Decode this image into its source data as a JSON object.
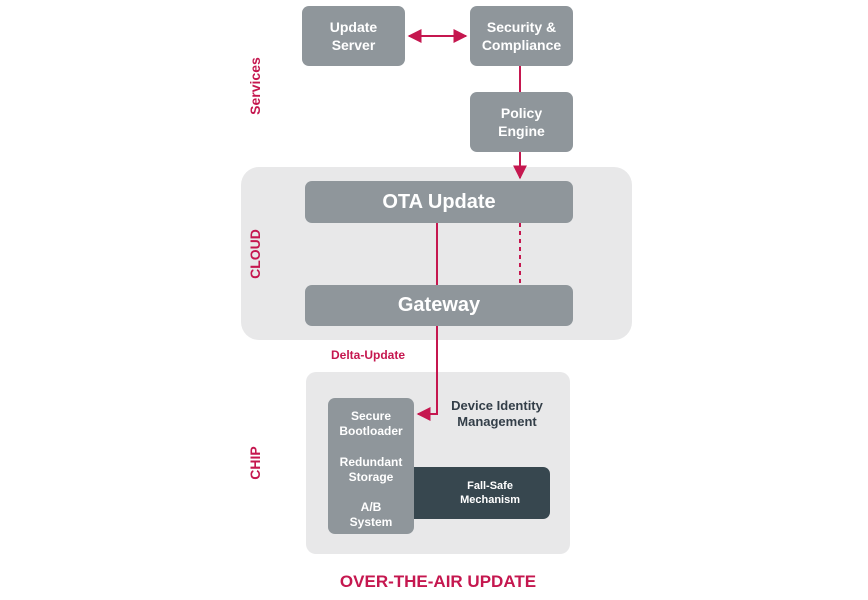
{
  "colors": {
    "accent": "#c5174f",
    "box_gray": "#8f969b",
    "panel_gray": "#e8e8e9",
    "dark_box": "#37474f",
    "dark_text": "#333e48"
  },
  "labels": {
    "services": "Services",
    "cloud": "CLOUD",
    "chip": "CHIP"
  },
  "nodes": {
    "update_server": "Update\nServer",
    "security_compliance": "Security &\nCompliance",
    "policy_engine": "Policy\nEngine",
    "ota_update": "OTA Update",
    "gateway": "Gateway",
    "secure_bootloader": "Secure\nBootloader",
    "redundant_storage": "Redundant\nStorage",
    "ab_system": "A/B\nSystem",
    "fall_safe": "Fall-Safe\nMechanism",
    "device_identity": "Device Identity\nManagement"
  },
  "edge_labels": {
    "delta_update": "Delta-Update"
  },
  "title": "OVER-THE-AIR UPDATE"
}
